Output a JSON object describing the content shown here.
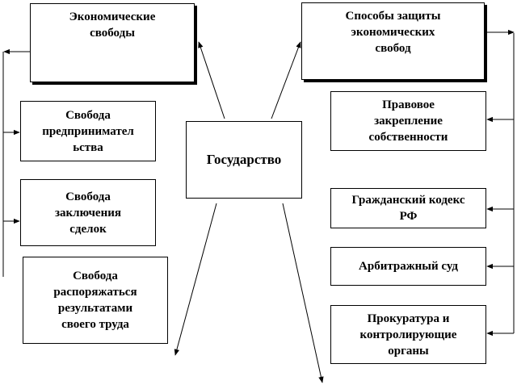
{
  "center": {
    "label": "Государство"
  },
  "freedoms": {
    "title": "Экономические\nсвободы",
    "items": [
      {
        "label": "Свобода\nпредпринимател\nьства"
      },
      {
        "label": "Свобода\nзаключения\nсделок"
      },
      {
        "label": "Свобода\nраспоряжаться\nрезультатами\nсвоего труда"
      }
    ]
  },
  "protection": {
    "title": "Способы защиты\nэкономических\nсвобод",
    "items": [
      {
        "label": "Правовое\nзакрепление\nсобственности"
      },
      {
        "label": "Гражданский кодекс\nРФ"
      },
      {
        "label": "Арбитражный суд"
      },
      {
        "label": "Прокуратура и\nконтролирующие\nорганы"
      }
    ]
  }
}
